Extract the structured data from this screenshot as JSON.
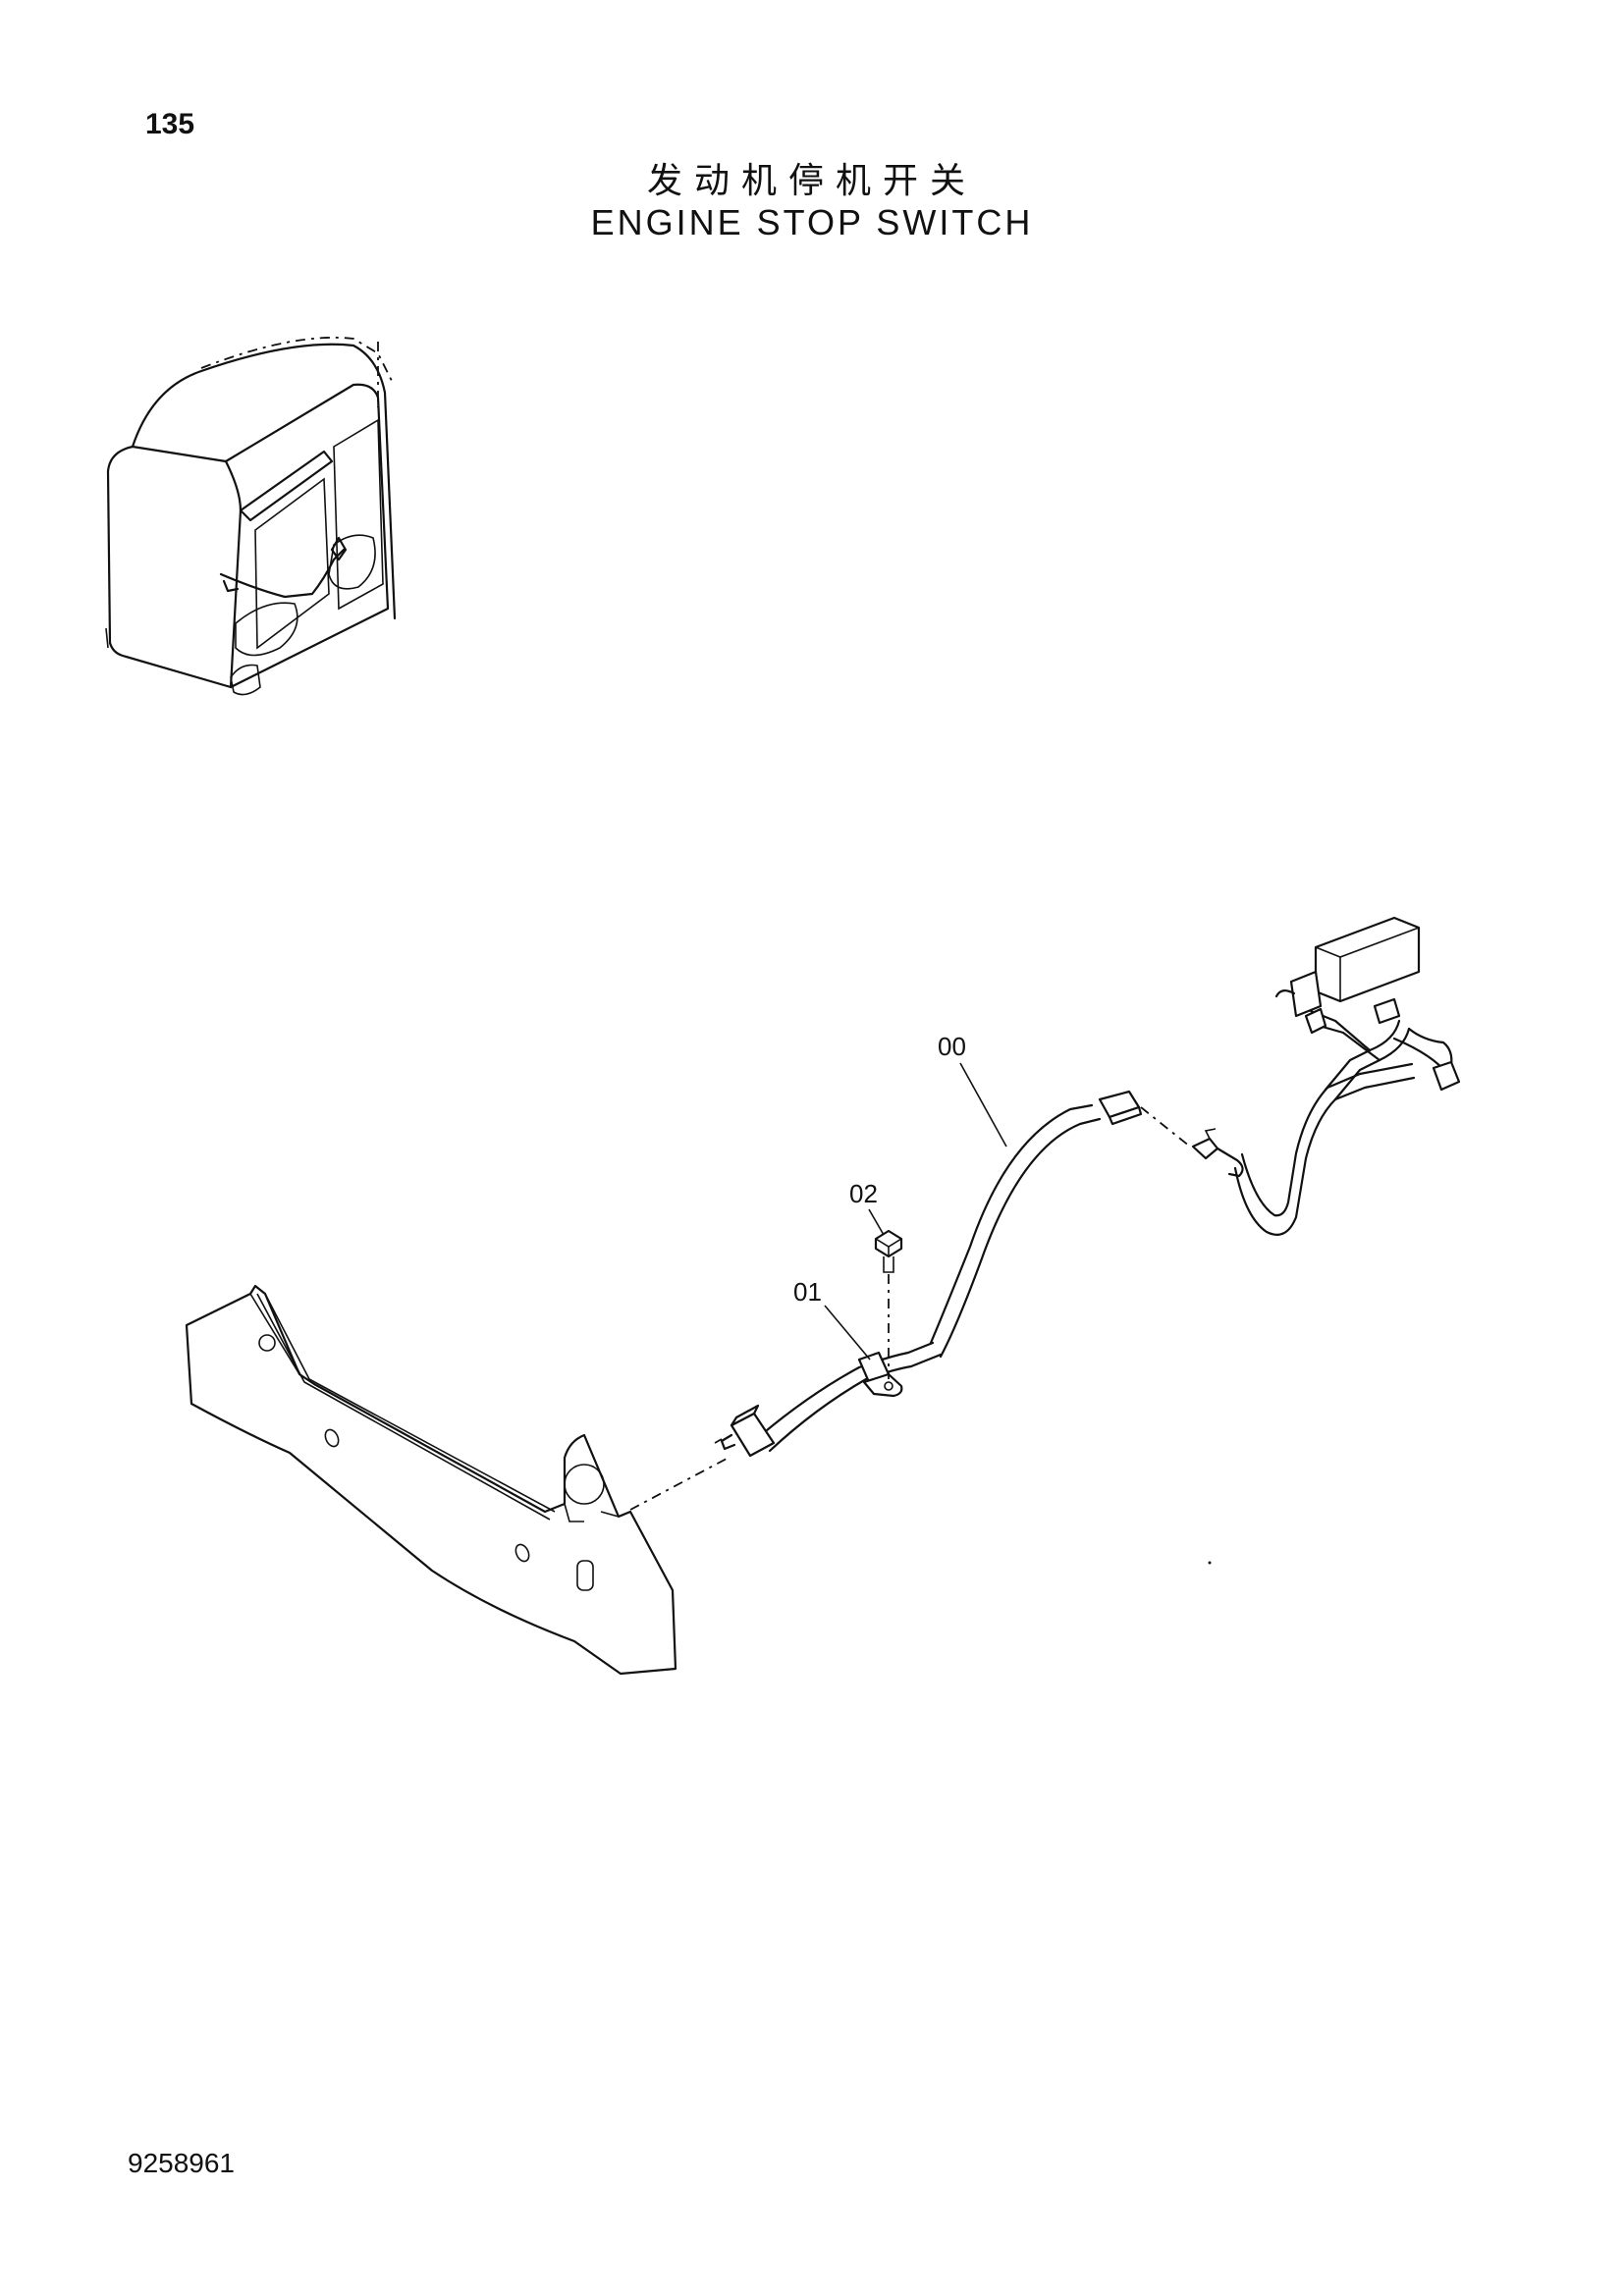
{
  "page": {
    "number": "135",
    "title_cn": "发动机停机开关",
    "title_en": "ENGINE STOP SWITCH",
    "doc_number": "9258961"
  },
  "callouts": [
    {
      "id": "harness",
      "label": "00"
    },
    {
      "id": "clamp",
      "label": "01"
    },
    {
      "id": "bolt",
      "label": "02"
    }
  ]
}
